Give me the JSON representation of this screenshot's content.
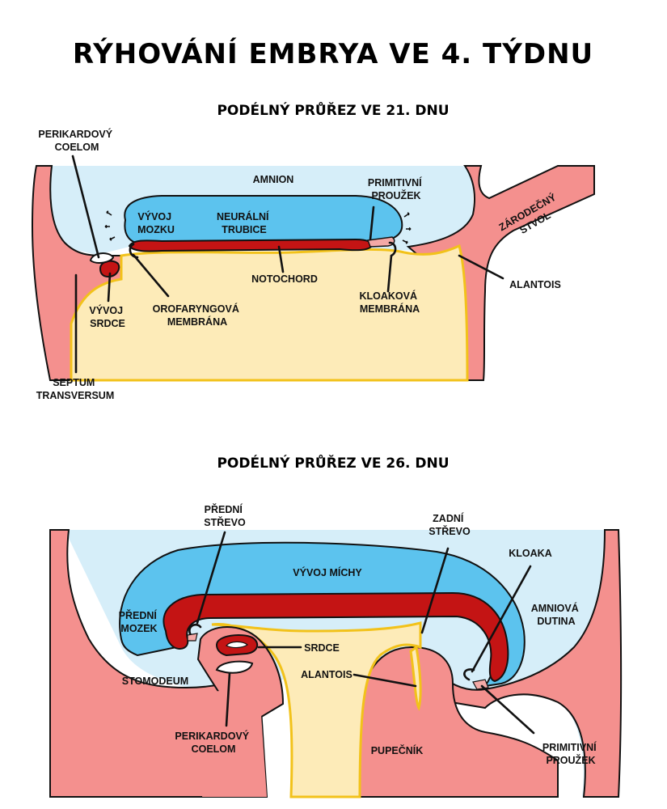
{
  "title": "RÝHOVÁNÍ EMBRYA VE 4. TÝDNU",
  "colors": {
    "amnion": "#d6eef9",
    "ectoderm_blue": "#5cc3ee",
    "neural_red": "#c41414",
    "yolk": "#fdebb8",
    "yolk_edge": "#f2c21a",
    "mesoderm_pink": "#f4908e",
    "outline": "#111111"
  },
  "section1": {
    "subtitle": "PODÉLNÝ PRŮŘEZ VE 21. DNU",
    "labels": {
      "perikardovy_coelom": [
        "PERIKARDOVÝ",
        "COELOM"
      ],
      "amnion": "AMNION",
      "primitivni_prouzek": [
        "PRIMITIVNÍ",
        "PROUŽEK"
      ],
      "zarodecny_stvol": [
        "ZÁRODEČNÝ",
        "STVOL"
      ],
      "vyvoj_mozku": [
        "VÝVOJ",
        "MOZKU"
      ],
      "neuralni_trubice": [
        "NEURÁLNÍ",
        "TRUBICE"
      ],
      "notochord": "NOTOCHORD",
      "alantois": "ALANTOIS",
      "vyvoj_srdce": [
        "VÝVOJ",
        "SRDCE"
      ],
      "orofaryngova_membrana": [
        "OROFARYNGOVÁ",
        "MEMBRÁNA"
      ],
      "kloakova_membrana": [
        "KLOAKOVÁ",
        "MEMBRÁNA"
      ],
      "septum_transversum": [
        "SEPTUM",
        "TRANSVERSUM"
      ]
    }
  },
  "section2": {
    "subtitle": "PODÉLNÝ PRŮŘEZ VE 26. DNU",
    "labels": {
      "predni_strevo": [
        "PŘEDNÍ",
        "STŘEVO"
      ],
      "zadni_strevo": [
        "ZADNÍ",
        "STŘEVO"
      ],
      "kloaka": "KLOAKA",
      "vyvoj_michy": "VÝVOJ MÍCHY",
      "amniova_dutina": [
        "AMNIOVÁ",
        "DUTINA"
      ],
      "predni_mozek": [
        "PŘEDNÍ",
        "MOZEK"
      ],
      "srdce": "SRDCE",
      "stomodeum": "STOMODEUM",
      "alantois": "ALANTOIS",
      "perikardovy_coelom": [
        "PERIKARDOVÝ",
        "COELOM"
      ],
      "pupecnik": "PUPEČNÍK",
      "primitivni_prouzek": [
        "PRIMITIVNÍ",
        "PROUŽEK"
      ]
    }
  }
}
